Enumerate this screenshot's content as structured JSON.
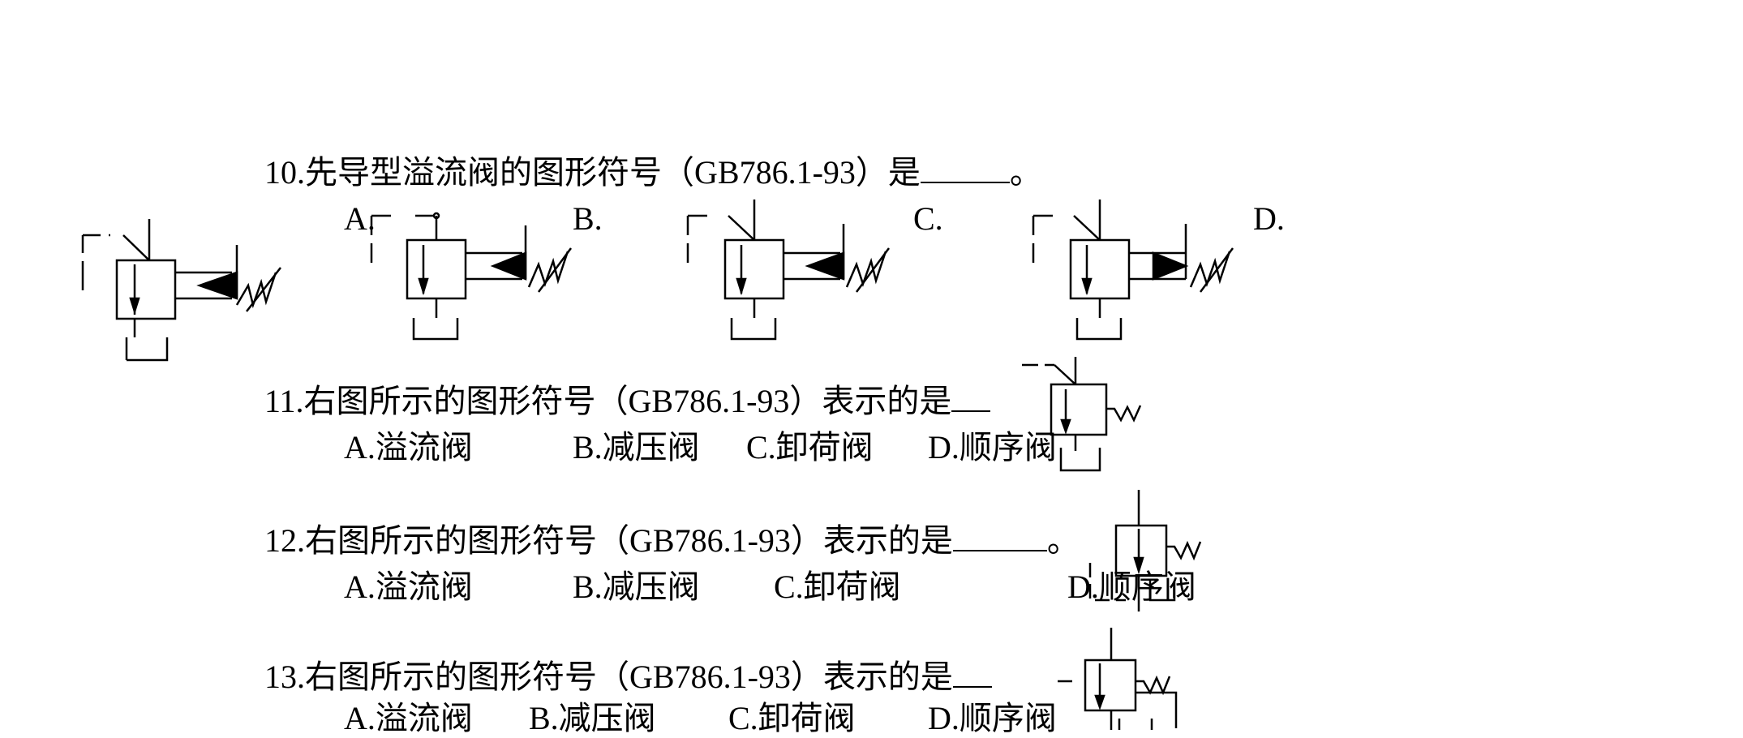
{
  "questions": [
    {
      "stem": "10.先导型溢流阀的图形符号（GB786.1-93）是",
      "end": "。",
      "options": [
        "A.",
        "B.",
        "C.",
        "D."
      ]
    },
    {
      "stem": "11.右图所示的图形符号（GB786.1-93）表示的是",
      "end": "",
      "options": [
        "A.溢流阀",
        "B.减压阀",
        "C.卸荷阀",
        "D.顺序阀"
      ]
    },
    {
      "stem": "12.右图所示的图形符号（GB786.1-93）表示的是",
      "end": "。",
      "options": [
        "A.溢流阀",
        "B.减压阀",
        "C.卸荷阀",
        "D.顺序阀"
      ]
    },
    {
      "stem": "13.右图所示的图形符号（GB786.1-93）表示的是",
      "end": "",
      "options": [
        "A.溢流阀",
        "B.减压阀",
        "C.卸荷阀",
        "D.顺序阀"
      ]
    }
  ]
}
